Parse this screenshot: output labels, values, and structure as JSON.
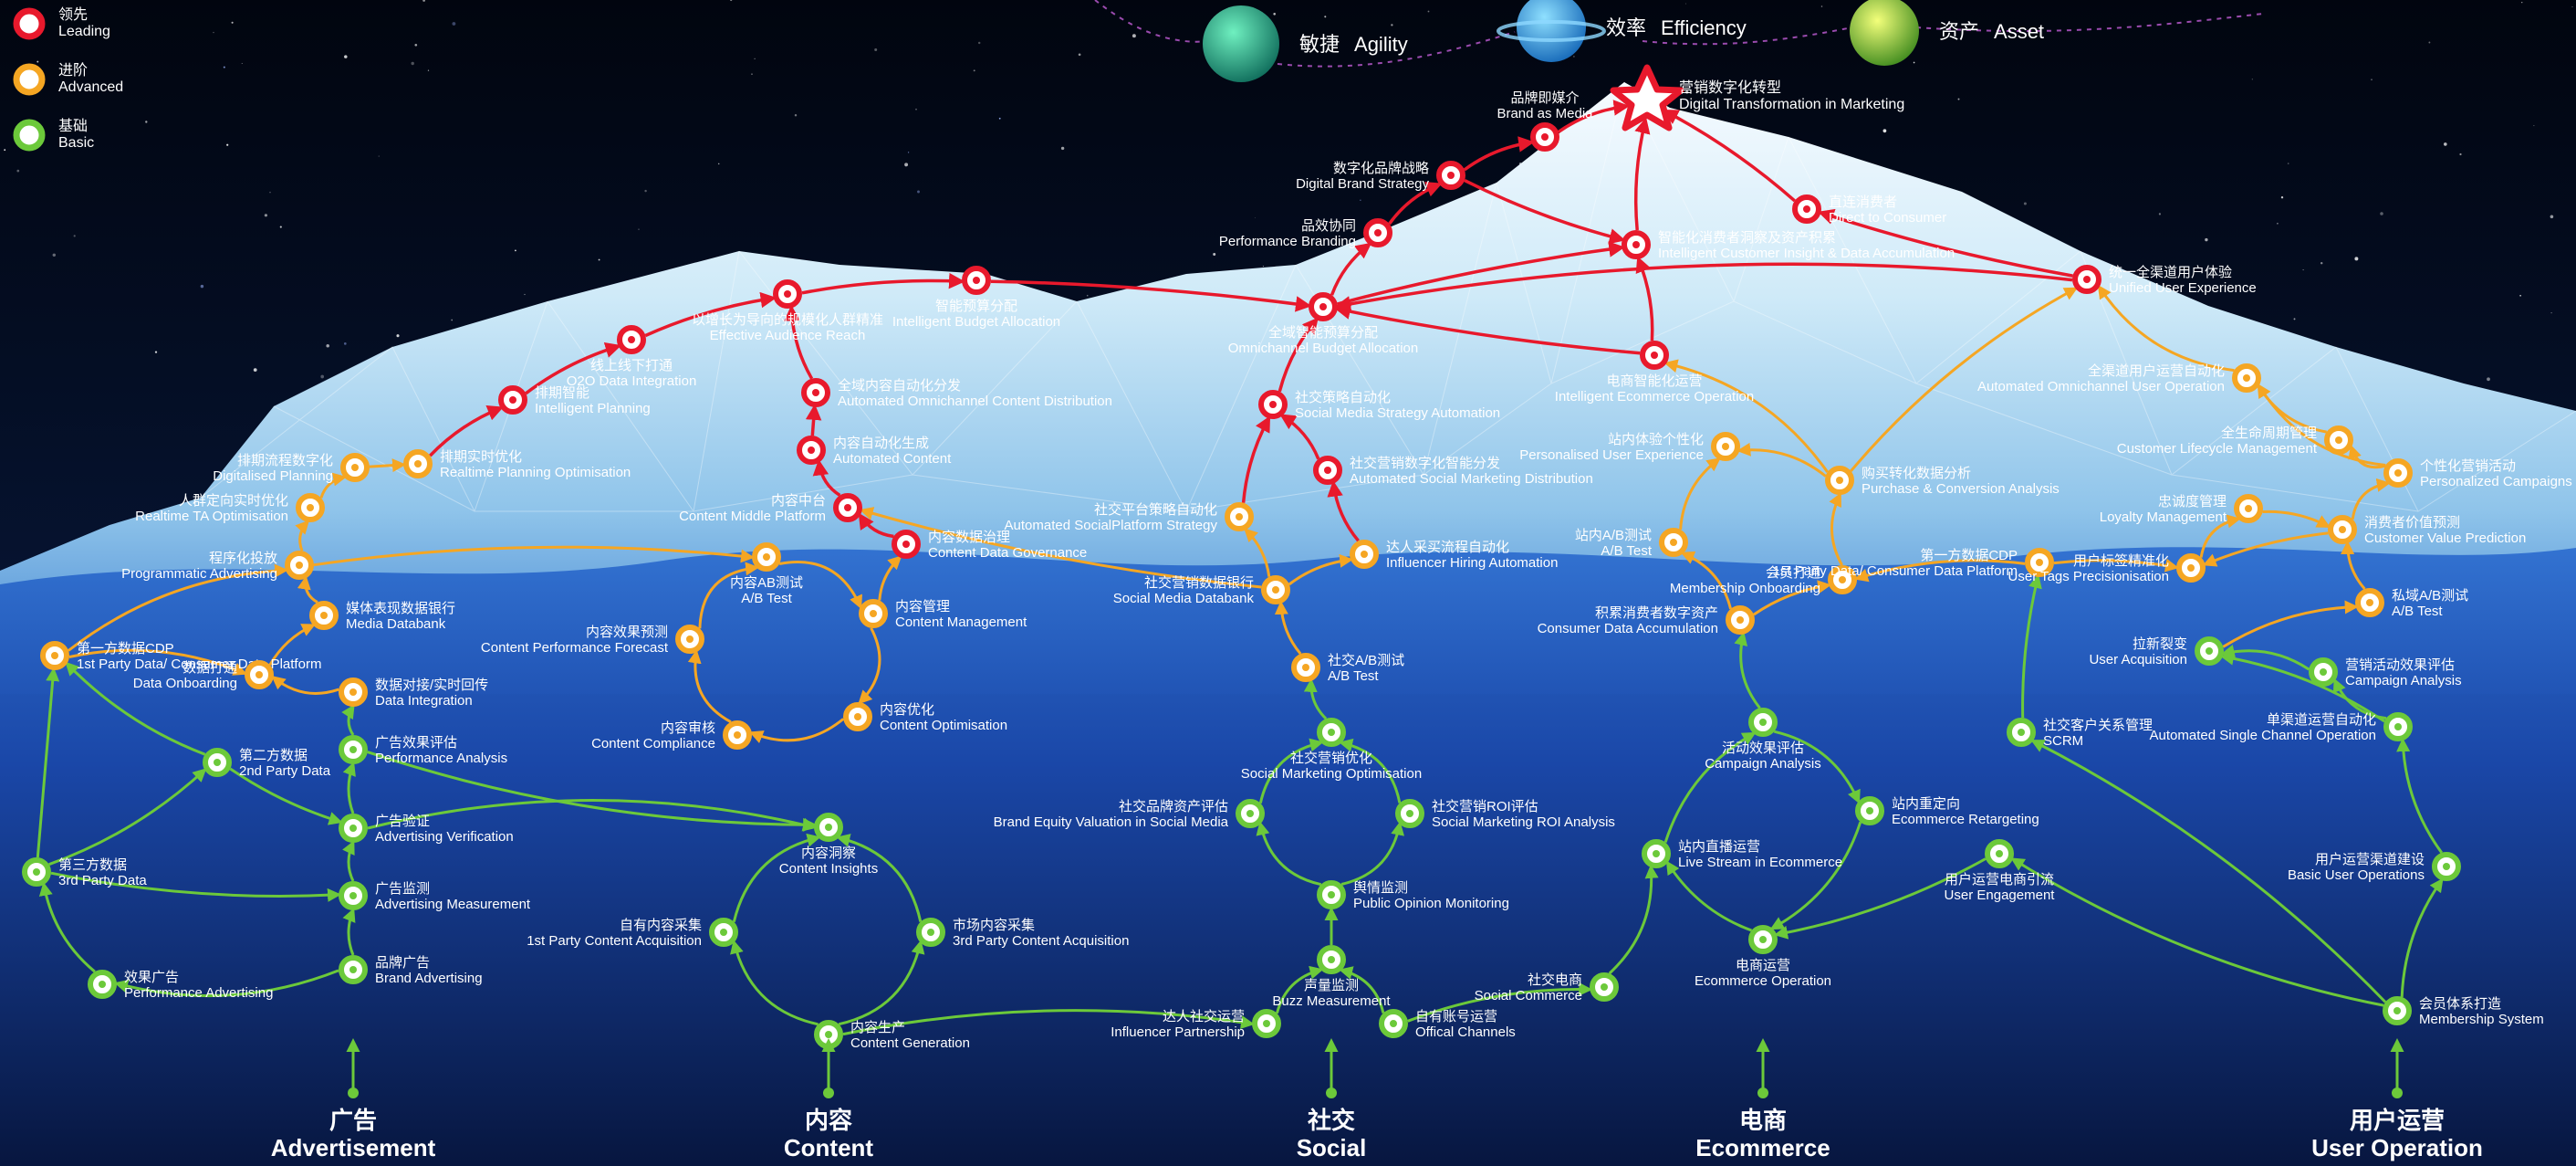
{
  "legend": [
    {
      "level": "leading",
      "zh": "领先",
      "en": "Leading",
      "color": "#e8192c"
    },
    {
      "level": "advanced",
      "zh": "进阶",
      "en": "Advanced",
      "color": "#f5a623"
    },
    {
      "level": "basic",
      "zh": "基础",
      "en": "Basic",
      "color": "#6cc93a"
    }
  ],
  "pillars": [
    {
      "zh": "敏捷",
      "en": "Agility"
    },
    {
      "zh": "效率",
      "en": "Efficiency"
    },
    {
      "zh": "资产",
      "en": "Asset"
    }
  ],
  "summit": {
    "zh": "营销数字化转型",
    "en": "Digital Transformation in Marketing"
  },
  "categories": [
    {
      "zh": "广告",
      "en": "Advertisement"
    },
    {
      "zh": "内容",
      "en": "Content"
    },
    {
      "zh": "社交",
      "en": "Social"
    },
    {
      "zh": "电商",
      "en": "Ecommerce"
    },
    {
      "zh": "用户运营",
      "en": "User Operation"
    }
  ],
  "nodes": [
    {
      "id": "ad_brand",
      "level": "basic",
      "zh": "品牌广告",
      "en": "Brand Advertising"
    },
    {
      "id": "ad_perf",
      "level": "basic",
      "zh": "效果广告",
      "en": "Performance Advertising"
    },
    {
      "id": "ad_measure",
      "level": "basic",
      "zh": "广告监测",
      "en": "Advertising Measurement"
    },
    {
      "id": "ad_verify",
      "level": "basic",
      "zh": "广告验证",
      "en": "Advertising Verification"
    },
    {
      "id": "ad_3p",
      "level": "basic",
      "zh": "第三方数据",
      "en": "3rd Party Data"
    },
    {
      "id": "ad_2p",
      "level": "basic",
      "zh": "第二方数据",
      "en": "2nd Party Data"
    },
    {
      "id": "ad_perfanalysis",
      "level": "basic",
      "zh": "广告效果评估",
      "en": "Performance Analysis"
    },
    {
      "id": "ad_dataint",
      "level": "advanced",
      "zh": "数据对接/实时回传",
      "en": "Data Integration"
    },
    {
      "id": "ad_cdp",
      "level": "advanced",
      "zh": "第一方数据CDP",
      "en": "1st Party Data/ Consumer Data Platform"
    },
    {
      "id": "ad_onboard",
      "level": "advanced",
      "zh": "数据打通",
      "en": "Data Onboarding"
    },
    {
      "id": "ad_mediadb",
      "level": "advanced",
      "zh": "媒体表现数据银行",
      "en": "Media Databank"
    },
    {
      "id": "ad_prog",
      "level": "advanced",
      "zh": "程序化投放",
      "en": "Programmatic Advertising"
    },
    {
      "id": "ad_rta",
      "level": "advanced",
      "zh": "人群定向实时优化",
      "en": "Realtime TA Optimisation"
    },
    {
      "id": "ad_digplan",
      "level": "advanced",
      "zh": "排期流程数字化",
      "en": "Digitalised Planning"
    },
    {
      "id": "ad_rtplan",
      "level": "advanced",
      "zh": "排期实时优化",
      "en": "Realtime Planning Optimisation"
    },
    {
      "id": "ad_intplan",
      "level": "leading",
      "zh": "排期智能",
      "en": "Intelligent Planning"
    },
    {
      "id": "ad_o2o",
      "level": "leading",
      "zh": "线上线下打通",
      "en": "O2O Data Integration"
    },
    {
      "id": "ad_reach",
      "level": "leading",
      "zh": "以增长为导向的规模化人群精准",
      "en": "Effective Audience Reach"
    },
    {
      "id": "ad_budget",
      "level": "leading",
      "zh": "智能预算分配",
      "en": "Intelligent Budget Allocation"
    },
    {
      "id": "ct_gen",
      "level": "basic",
      "zh": "内容生产",
      "en": "Content Generation"
    },
    {
      "id": "ct_1p",
      "level": "basic",
      "zh": "自有内容采集",
      "en": "1st Party Content Acquisition"
    },
    {
      "id": "ct_3p",
      "level": "basic",
      "zh": "市场内容采集",
      "en": "3rd Party Content Acquisition"
    },
    {
      "id": "ct_insights",
      "level": "basic",
      "zh": "内容洞察",
      "en": "Content Insights"
    },
    {
      "id": "ct_compliance",
      "level": "advanced",
      "zh": "内容审核",
      "en": "Content Compliance"
    },
    {
      "id": "ct_opt",
      "level": "advanced",
      "zh": "内容优化",
      "en": "Content Optimisation"
    },
    {
      "id": "ct_forecast",
      "level": "advanced",
      "zh": "内容效果预测",
      "en": "Content Performance Forecast"
    },
    {
      "id": "ct_mgmt",
      "level": "advanced",
      "zh": "内容管理",
      "en": "Content Management"
    },
    {
      "id": "ct_ab",
      "level": "advanced",
      "zh": "内容AB测试",
      "en": "A/B Test"
    },
    {
      "id": "ct_gov",
      "level": "leading",
      "zh": "内容数据治理",
      "en": "Content Data Governance"
    },
    {
      "id": "ct_middle",
      "level": "leading",
      "zh": "内容中台",
      "en": "Content Middle Platform"
    },
    {
      "id": "ct_autocontent",
      "level": "leading",
      "zh": "内容自动化生成",
      "en": "Automated Content"
    },
    {
      "id": "ct_distrib",
      "level": "leading",
      "zh": "全域内容自动化分发",
      "en": "Automated Omnichannel Content Distribution"
    },
    {
      "id": "so_kol",
      "level": "basic",
      "zh": "达人社交运营",
      "en": "Influencer Partnership"
    },
    {
      "id": "so_owned",
      "level": "basic",
      "zh": "自有账号运营",
      "en": "Offical Channels"
    },
    {
      "id": "so_buzz",
      "level": "basic",
      "zh": "声量监测",
      "en": "Buzz Measurement"
    },
    {
      "id": "so_opinion",
      "level": "basic",
      "zh": "舆情监测",
      "en": "Public Opinion Monitoring"
    },
    {
      "id": "so_equity",
      "level": "basic",
      "zh": "社交品牌资产评估",
      "en": "Brand Equity Valuation in Social Media"
    },
    {
      "id": "so_roi",
      "level": "basic",
      "zh": "社交营销ROI评估",
      "en": "Social Marketing ROI Analysis"
    },
    {
      "id": "so_optim",
      "level": "basic",
      "zh": "社交营销优化",
      "en": "Social Marketing Optimisation"
    },
    {
      "id": "so_ab",
      "level": "advanced",
      "zh": "社交A/B测试",
      "en": "A/B Test"
    },
    {
      "id": "so_databank",
      "level": "advanced",
      "zh": "社交营销数据银行",
      "en": "Social Media Databank"
    },
    {
      "id": "so_hiring",
      "level": "advanced",
      "zh": "达人采买流程自动化",
      "en": "Influencer Hiring Automation"
    },
    {
      "id": "so_platauto",
      "level": "advanced",
      "zh": "社交平台策略自动化",
      "en": "Automated SocialPlatform Strategy"
    },
    {
      "id": "so_distrib",
      "level": "leading",
      "zh": "社交营销数字化智能分发",
      "en": "Automated Social Marketing Distribution"
    },
    {
      "id": "so_strategy",
      "level": "leading",
      "zh": "社交策略自动化",
      "en": "Social Media Strategy Automation"
    },
    {
      "id": "so_omnibudget",
      "level": "leading",
      "zh": "全域智能预算分配",
      "en": "Omnichannel Budget Allocation"
    },
    {
      "id": "ec_commerce",
      "level": "basic",
      "zh": "电商运营",
      "en": "Ecommerce Operation"
    },
    {
      "id": "ec_social",
      "level": "basic",
      "zh": "社交电商",
      "en": "Social Commerce"
    },
    {
      "id": "ec_live",
      "level": "basic",
      "zh": "站内直播运营",
      "en": "Live Stream in Ecommerce"
    },
    {
      "id": "ec_retarget",
      "level": "basic",
      "zh": "站内重定向",
      "en": "Ecommerce Retargeting"
    },
    {
      "id": "ec_campaign",
      "level": "basic",
      "zh": "活动效果评估",
      "en": "Campaign Analysis"
    },
    {
      "id": "ec_cda",
      "level": "advanced",
      "zh": "积累消费者数字资产",
      "en": "Consumer Data Accumulation"
    },
    {
      "id": "ec_member",
      "level": "advanced",
      "zh": "会员打通",
      "en": "Membership Onboarding"
    },
    {
      "id": "ec_ab",
      "level": "advanced",
      "zh": "站内A/B测试",
      "en": "A/B Test"
    },
    {
      "id": "ec_pux",
      "level": "advanced",
      "zh": "站内体验个性化",
      "en": "Personalised User Experience"
    },
    {
      "id": "ec_pca",
      "level": "advanced",
      "zh": "购买转化数据分析",
      "en": "Purchase & Conversion Analysis"
    },
    {
      "id": "ec_intops",
      "level": "leading",
      "zh": "电商智能化运营",
      "en": "Intelligent Ecommerce Operation"
    },
    {
      "id": "uo_member",
      "level": "basic",
      "zh": "会员体系打造",
      "en": "Membership System"
    },
    {
      "id": "uo_basic",
      "level": "basic",
      "zh": "用户运营渠道建设",
      "en": "Basic User Operations"
    },
    {
      "id": "uo_engage",
      "level": "basic",
      "zh": "用户运营电商引流",
      "en": "User Engagement"
    },
    {
      "id": "uo_scrm",
      "level": "basic",
      "zh": "社交客户关系管理",
      "en": "SCRM"
    },
    {
      "id": "uo_single",
      "level": "basic",
      "zh": "单渠道运营自动化",
      "en": "Automated Single Channel Operation"
    },
    {
      "id": "uo_acq",
      "level": "basic",
      "zh": "拉新裂变",
      "en": "User Acquisition"
    },
    {
      "id": "uo_campaign",
      "level": "basic",
      "zh": "营销活动效果评估",
      "en": "Campaign Analysis"
    },
    {
      "id": "uo_ab",
      "level": "advanced",
      "zh": "私域A/B测试",
      "en": "A/B Test"
    },
    {
      "id": "uo_cdp",
      "level": "advanced",
      "zh": "第一方数据CDP",
      "en": "1st Party Data/ Consumer Data Platform"
    },
    {
      "id": "uo_tags",
      "level": "advanced",
      "zh": "用户标签精准化",
      "en": "User Tags Precisionisation"
    },
    {
      "id": "uo_loyalty",
      "level": "advanced",
      "zh": "忠诚度管理",
      "en": "Loyalty Management"
    },
    {
      "id": "uo_cvp",
      "level": "advanced",
      "zh": "消费者价值预测",
      "en": "Customer Value Prediction"
    },
    {
      "id": "uo_lifecycle",
      "level": "advanced",
      "zh": "全生命周期管理",
      "en": "Customer Lifecycle Management"
    },
    {
      "id": "uo_personal",
      "level": "advanced",
      "zh": "个性化营销活动",
      "en": "Personalized Campaigns"
    },
    {
      "id": "uo_omniauto",
      "level": "advanced",
      "zh": "全渠道用户运营自动化",
      "en": "Automated Omnichannel User Operation"
    },
    {
      "id": "uo_unified",
      "level": "leading",
      "zh": "统一全渠道用户体验",
      "en": "Unified User Experience"
    },
    {
      "id": "top_cii",
      "level": "leading",
      "zh": "智能化消费者洞察及资产积累",
      "en": "Intelligent Customer Insight & Data Accumulation"
    },
    {
      "id": "top_d2c",
      "level": "leading",
      "zh": "直连消费者",
      "en": "Direct to Consumer"
    },
    {
      "id": "top_perfbrand",
      "level": "leading",
      "zh": "品效协同",
      "en": "Performance Branding"
    },
    {
      "id": "top_digbrand",
      "level": "leading",
      "zh": "数字化品牌战略",
      "en": "Digital Brand Strategy"
    },
    {
      "id": "top_media",
      "level": "leading",
      "zh": "品牌即媒介",
      "en": "Brand as Media"
    }
  ]
}
